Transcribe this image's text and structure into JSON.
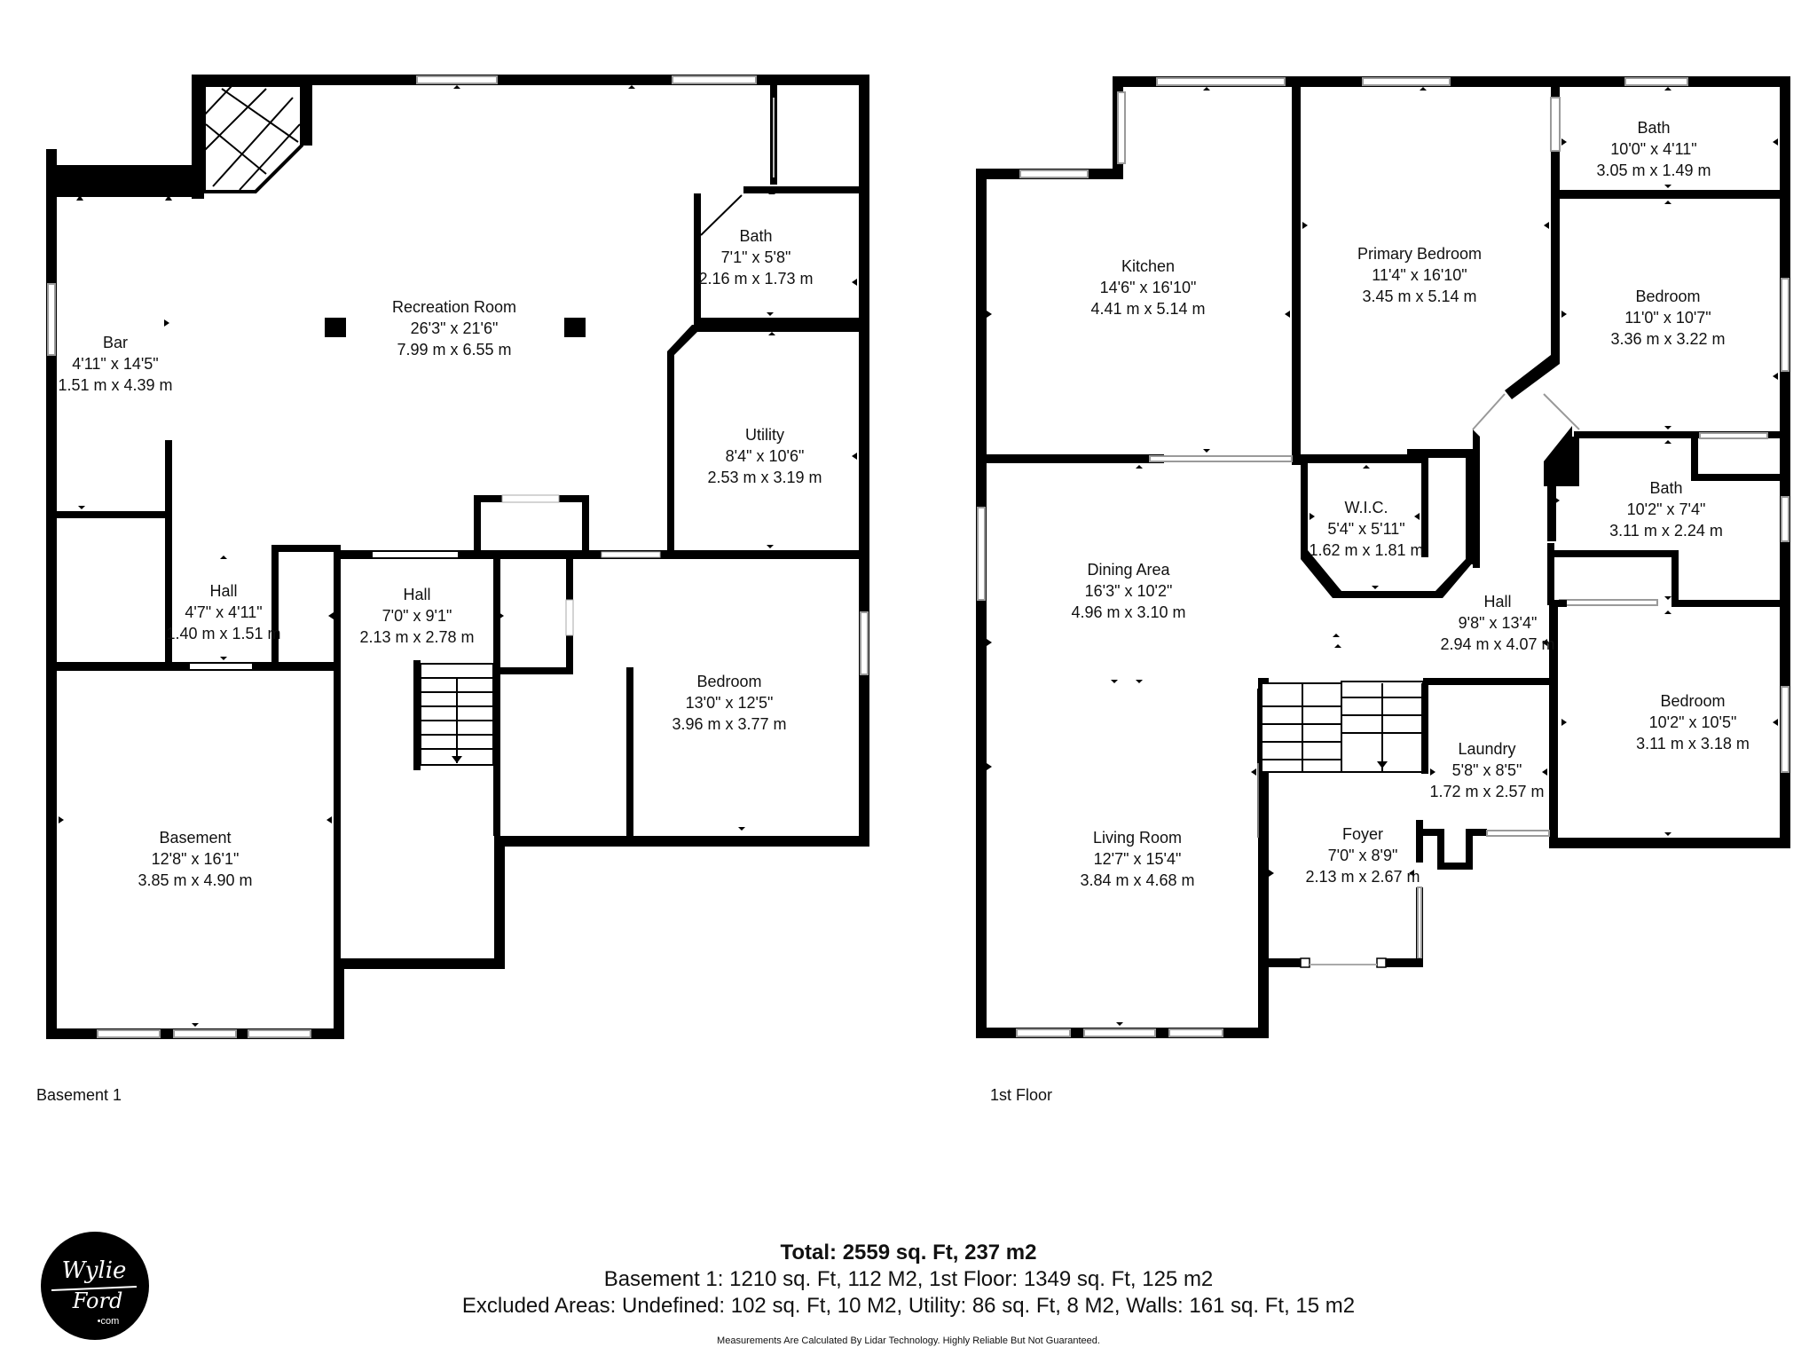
{
  "floors": [
    {
      "name": "Basement 1",
      "rooms": [
        {
          "key": "bar",
          "name": "Bar",
          "imperial": "4'11\" x 14'5\"",
          "metric": "1.51 m x 4.39 m"
        },
        {
          "key": "recreation",
          "name": "Recreation Room",
          "imperial": "26'3\" x 21'6\"",
          "metric": "7.99 m x 6.55 m"
        },
        {
          "key": "bath",
          "name": "Bath",
          "imperial": "7'1\" x 5'8\"",
          "metric": "2.16 m x 1.73 m"
        },
        {
          "key": "utility",
          "name": "Utility",
          "imperial": "8'4\" x 10'6\"",
          "metric": "2.53 m x 3.19 m"
        },
        {
          "key": "hall1",
          "name": "Hall",
          "imperial": "4'7\" x 4'11\"",
          "metric": "1.40 m x 1.51 m"
        },
        {
          "key": "hall2",
          "name": "Hall",
          "imperial": "7'0\" x 9'1\"",
          "metric": "2.13 m x 2.78 m"
        },
        {
          "key": "bedroom",
          "name": "Bedroom",
          "imperial": "13'0\" x 12'5\"",
          "metric": "3.96 m x 3.77 m"
        },
        {
          "key": "basement",
          "name": "Basement",
          "imperial": "12'8\" x 16'1\"",
          "metric": "3.85 m x 4.90 m"
        }
      ]
    },
    {
      "name": "1st Floor",
      "rooms": [
        {
          "key": "kitchen",
          "name": "Kitchen",
          "imperial": "14'6\" x 16'10\"",
          "metric": "4.41 m x 5.14 m"
        },
        {
          "key": "primary",
          "name": "Primary Bedroom",
          "imperial": "11'4\" x 16'10\"",
          "metric": "3.45 m x 5.14 m"
        },
        {
          "key": "bathtop",
          "name": "Bath",
          "imperial": "10'0\" x 4'11\"",
          "metric": "3.05 m x 1.49 m"
        },
        {
          "key": "bedroom1",
          "name": "Bedroom",
          "imperial": "11'0\" x 10'7\"",
          "metric": "3.36 m x 3.22 m"
        },
        {
          "key": "wic",
          "name": "W.I.C.",
          "imperial": "5'4\" x 5'11\"",
          "metric": "1.62 m x 1.81 m"
        },
        {
          "key": "bath2",
          "name": "Bath",
          "imperial": "10'2\" x 7'4\"",
          "metric": "3.11 m x 2.24 m"
        },
        {
          "key": "dining",
          "name": "Dining Area",
          "imperial": "16'3\" x 10'2\"",
          "metric": "4.96 m x 3.10 m"
        },
        {
          "key": "hall",
          "name": "Hall",
          "imperial": "9'8\" x 13'4\"",
          "metric": "2.94 m x 4.07 m"
        },
        {
          "key": "bedroom2",
          "name": "Bedroom",
          "imperial": "10'2\" x 10'5\"",
          "metric": "3.11 m x 3.18 m"
        },
        {
          "key": "laundry",
          "name": "Laundry",
          "imperial": "5'8\" x 8'5\"",
          "metric": "1.72 m x 2.57 m"
        },
        {
          "key": "living",
          "name": "Living Room",
          "imperial": "12'7\" x 15'4\"",
          "metric": "3.84 m x 4.68 m"
        },
        {
          "key": "foyer",
          "name": "Foyer",
          "imperial": "7'0\" x 8'9\"",
          "metric": "2.13 m x 2.67 m"
        }
      ]
    }
  ],
  "summary": {
    "total": "Total: 2559 sq. Ft, 237 m2",
    "line2": "Basement 1: 1210 sq. Ft, 112 M2, 1st Floor: 1349 sq. Ft, 125 m2",
    "line3": "Excluded Areas: Undefined: 102 sq. Ft, 10 M2, Utility: 86 sq. Ft, 8 M2, Walls: 161 sq. Ft, 15 m2",
    "disclaimer": "Measurements Are Calculated By Lidar Technology. Highly Reliable But Not Guaranteed."
  },
  "logo": {
    "line1": "Wylie",
    "line2": "Ford",
    "line3": "•com"
  }
}
